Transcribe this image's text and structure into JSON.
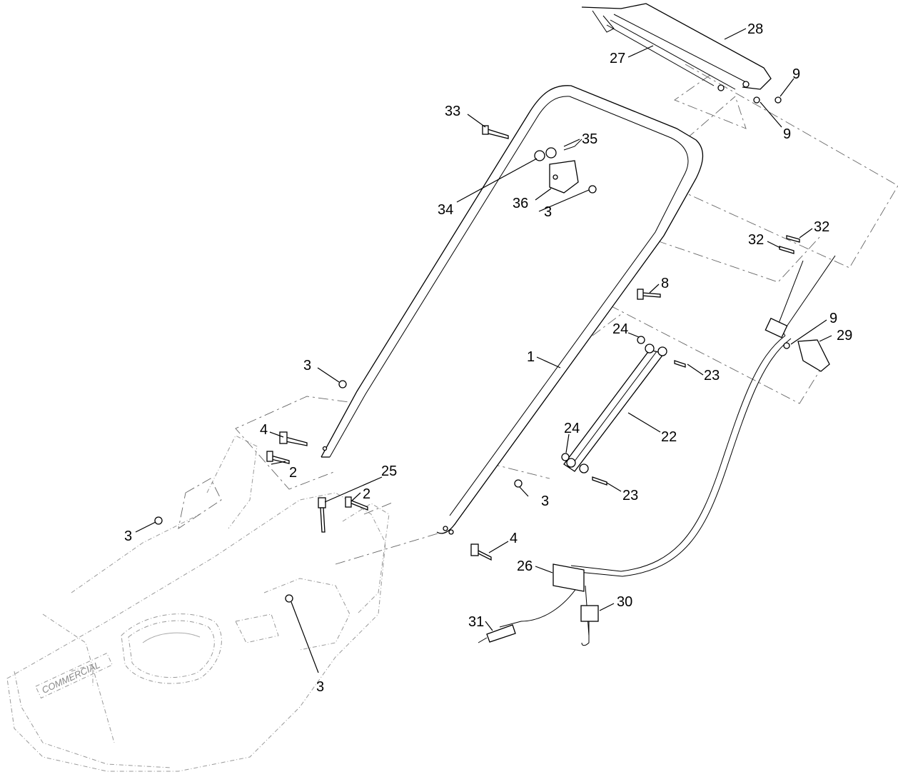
{
  "diagram": {
    "logo_text": "COMMERCIAL",
    "callouts": [
      {
        "id": "c1",
        "label": "1"
      },
      {
        "id": "c2a",
        "label": "2"
      },
      {
        "id": "c2b",
        "label": "2"
      },
      {
        "id": "c3a",
        "label": "3"
      },
      {
        "id": "c3b",
        "label": "3"
      },
      {
        "id": "c3c",
        "label": "3"
      },
      {
        "id": "c3d",
        "label": "3"
      },
      {
        "id": "c3e",
        "label": "3"
      },
      {
        "id": "c4a",
        "label": "4"
      },
      {
        "id": "c4b",
        "label": "4"
      },
      {
        "id": "c8",
        "label": "8"
      },
      {
        "id": "c9a",
        "label": "9"
      },
      {
        "id": "c9b",
        "label": "9"
      },
      {
        "id": "c9c",
        "label": "9"
      },
      {
        "id": "c22",
        "label": "22"
      },
      {
        "id": "c23a",
        "label": "23"
      },
      {
        "id": "c23b",
        "label": "23"
      },
      {
        "id": "c24a",
        "label": "24"
      },
      {
        "id": "c24b",
        "label": "24"
      },
      {
        "id": "c25",
        "label": "25"
      },
      {
        "id": "c26",
        "label": "26"
      },
      {
        "id": "c27",
        "label": "27"
      },
      {
        "id": "c28",
        "label": "28"
      },
      {
        "id": "c29",
        "label": "29"
      },
      {
        "id": "c30",
        "label": "30"
      },
      {
        "id": "c31",
        "label": "31"
      },
      {
        "id": "c32a",
        "label": "32"
      },
      {
        "id": "c32b",
        "label": "32"
      },
      {
        "id": "c33",
        "label": "33"
      },
      {
        "id": "c34",
        "label": "34"
      },
      {
        "id": "c35",
        "label": "35"
      },
      {
        "id": "c36",
        "label": "36"
      }
    ]
  }
}
